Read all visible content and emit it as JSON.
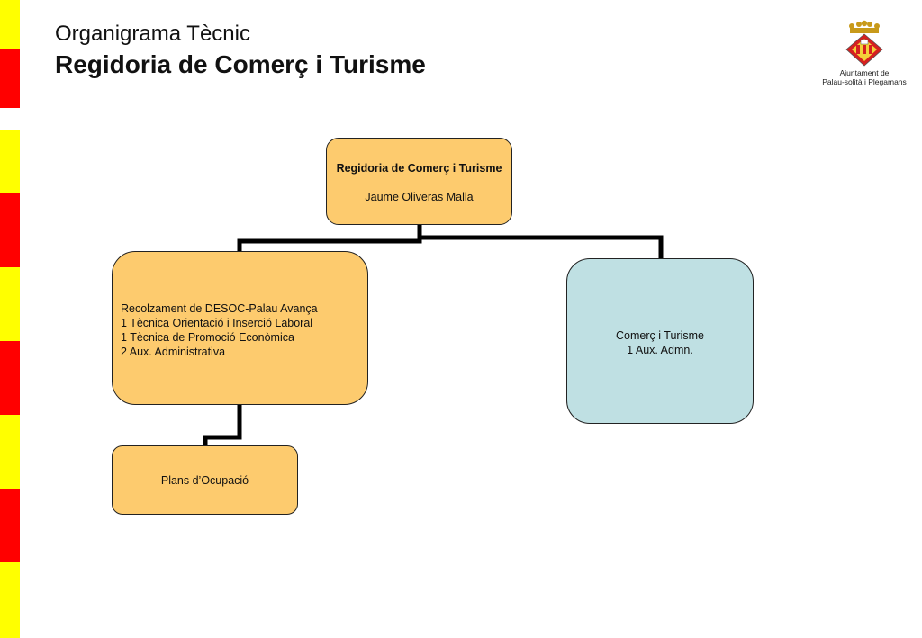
{
  "header": {
    "subtitle": "Organigrama Tècnic",
    "title": "Regidoria de Comerç i Turisme"
  },
  "logo": {
    "icon": "municipal-coat-of-arms",
    "line1": "Ajuntament de",
    "line2": "Palau-solità i Plegamans"
  },
  "colors": {
    "stripe_yellow": "#ffff00",
    "stripe_red": "#ff0000",
    "box_orange": "#fdcb6e",
    "box_blue": "#bfe0e3",
    "connector": "#000000"
  },
  "org": {
    "top": {
      "title": "Regidoria de Comerç i Turisme",
      "person": "Jaume Oliveras Malla"
    },
    "left": {
      "lines": [
        "Recolzament de DESOC-Palau Avança",
        "1 Tècnica Orientació i Inserció Laboral",
        "1 Tècnica de Promoció Econòmica",
        "2 Aux. Administrativa"
      ]
    },
    "right": {
      "lines": [
        "Comerç i Turisme",
        "1 Aux. Admn."
      ]
    },
    "bottom": {
      "label": "Plans d’Ocupació"
    }
  }
}
